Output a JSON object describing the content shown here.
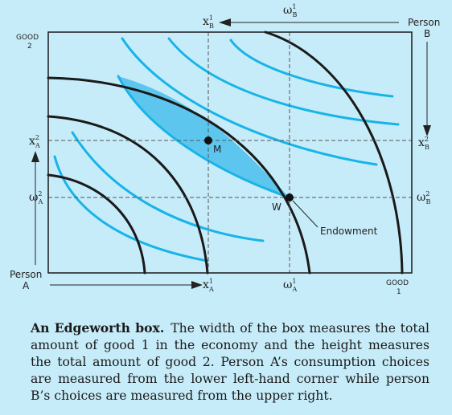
{
  "labels": {
    "good2": [
      "GOOD",
      "2"
    ],
    "good1": [
      "GOOD",
      "1"
    ],
    "personA": [
      "Person",
      "A"
    ],
    "personB": [
      "Person",
      "B"
    ],
    "point_m": "M",
    "point_w": "W",
    "endowment": "Endowment"
  },
  "axis_symbols": {
    "xB1_base": "x",
    "xB1_sup": "1",
    "xB1_sub": "B",
    "omegaB1_base": "ω",
    "omegaB1_sup": "1",
    "omegaB1_sub": "B",
    "xA1_base": "x",
    "xA1_sup": "1",
    "xA1_sub": "A",
    "omegaA1_base": "ω",
    "omegaA1_sup": "1",
    "omegaA1_sub": "A",
    "xA2_base": "x",
    "xA2_sup": "2",
    "xA2_sub": "A",
    "omegaA2_base": "ω",
    "omegaA2_sup": "2",
    "omegaA2_sub": "A",
    "xB2_base": "x",
    "xB2_sup": "2",
    "xB2_sub": "B",
    "omegaB2_base": "ω",
    "omegaB2_sup": "2",
    "omegaB2_sub": "B"
  },
  "caption": {
    "title": "An Edgeworth box.",
    "text": "The width of the box measures the total amount of good 1 in the economy and the height measures the total amount of good 2. Person A’s consumption choices are measured from the lower left-hand corner while person B’s choices are measured from the upper right."
  },
  "colors": {
    "background": "#c7ecf9",
    "curve_a": "#1a1a1a",
    "curve_b": "#18b4e8",
    "lens_fill": "#5cc6ee",
    "box": "#1a1a1a"
  }
}
